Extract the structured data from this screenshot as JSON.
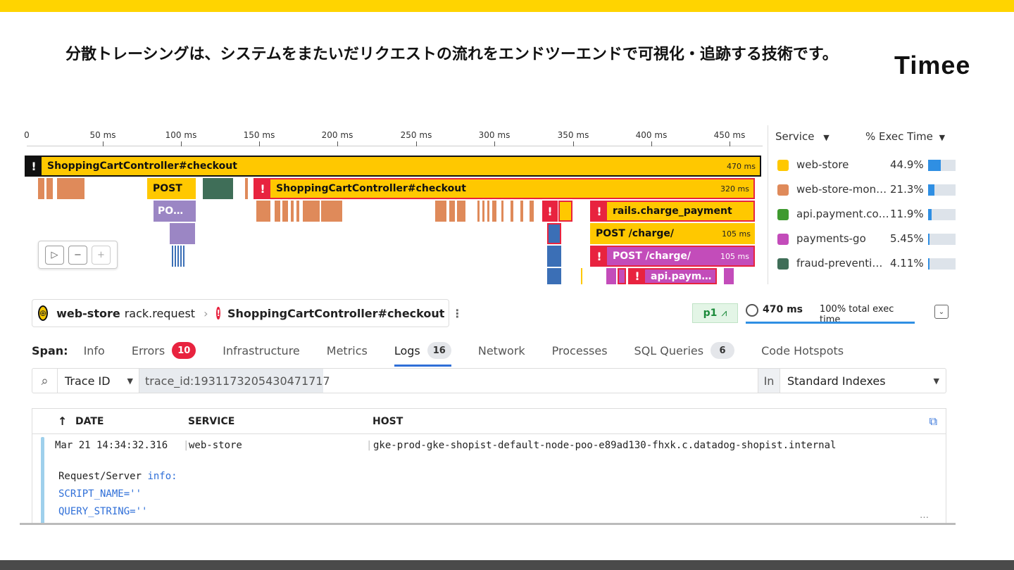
{
  "slide": {
    "heading": "分散トレーシングは、システムをまたいだリクエストの流れをエンドツーエンドで可視化・追跡する技術です。",
    "logo": "Timee"
  },
  "flame": {
    "ticks": [
      "0",
      "50 ms",
      "100 ms",
      "150 ms",
      "200 ms",
      "250 ms",
      "300 ms",
      "350 ms",
      "400 ms",
      "450 ms"
    ],
    "spans": {
      "root": {
        "label": "ShoppingCartController#checkout",
        "duration": "470 ms"
      },
      "post": {
        "label": "POST"
      },
      "po": {
        "label": "PO…"
      },
      "child": {
        "label": "ShoppingCartController#checkout",
        "duration": "320 ms"
      },
      "charge": {
        "label": "rails.charge_payment"
      },
      "post_charge1": {
        "label": "POST /charge/",
        "duration": "105 ms"
      },
      "post_charge2": {
        "label": "POST /charge/",
        "duration": "105 ms"
      },
      "api_paym": {
        "label": "api.paym…"
      }
    },
    "colors": {
      "web_store": "#ffc800",
      "web_store_mongo": "#df8a5a",
      "api_payment": "#3f9a2f",
      "payments_go": "#c34cba",
      "fraud": "#3f6e58",
      "purple": "#9b86c4",
      "blue": "#3b6fb6"
    }
  },
  "legend": {
    "service_header": "Service",
    "exec_header": "% Exec Time",
    "rows": [
      {
        "name": "web-store",
        "percent": "44.9%",
        "fraction": 0.449,
        "color": "#ffc800"
      },
      {
        "name": "web-store-mon…",
        "percent": "21.3%",
        "fraction": 0.213,
        "color": "#df8a5a"
      },
      {
        "name": "api.payment.co…",
        "percent": "11.9%",
        "fraction": 0.119,
        "color": "#3f9a2f"
      },
      {
        "name": "payments-go",
        "percent": "5.45%",
        "fraction": 0.0545,
        "color": "#c34cba"
      },
      {
        "name": "fraud-preventi…",
        "percent": "4.11%",
        "fraction": 0.0411,
        "color": "#3f6e58"
      }
    ]
  },
  "breadcrumb": {
    "service": "web-store",
    "resource": "rack.request",
    "operation": "ShoppingCartController#checkout"
  },
  "summary": {
    "priority": "p1",
    "duration": "470 ms",
    "exec": "100% total exec time"
  },
  "tabs": {
    "label": "Span:",
    "items": [
      {
        "label": "Info"
      },
      {
        "label": "Errors",
        "badge": "10"
      },
      {
        "label": "Infrastructure"
      },
      {
        "label": "Metrics"
      },
      {
        "label": "Logs",
        "badge": "16"
      },
      {
        "label": "Network"
      },
      {
        "label": "Processes"
      },
      {
        "label": "SQL Queries",
        "badge": "6"
      },
      {
        "label": "Code Hotspots"
      }
    ]
  },
  "search": {
    "field": "Trace ID",
    "value": "trace_id:1931173205430471717",
    "in_label": "In",
    "index": "Standard Indexes"
  },
  "logs": {
    "columns": [
      "DATE",
      "SERVICE",
      "HOST"
    ],
    "row": {
      "date": "Mar 21 14:34:32.316",
      "service": "web-store",
      "host": "gke-prod-gke-shopist-default-node-poo-e89ad130-fhxk.c.datadog-shopist.internal"
    },
    "body_prefix": "Request/Server",
    "body_info": "info:",
    "body_lines": [
      "SCRIPT_NAME=''",
      "QUERY_STRING=''"
    ],
    "more": "…"
  }
}
